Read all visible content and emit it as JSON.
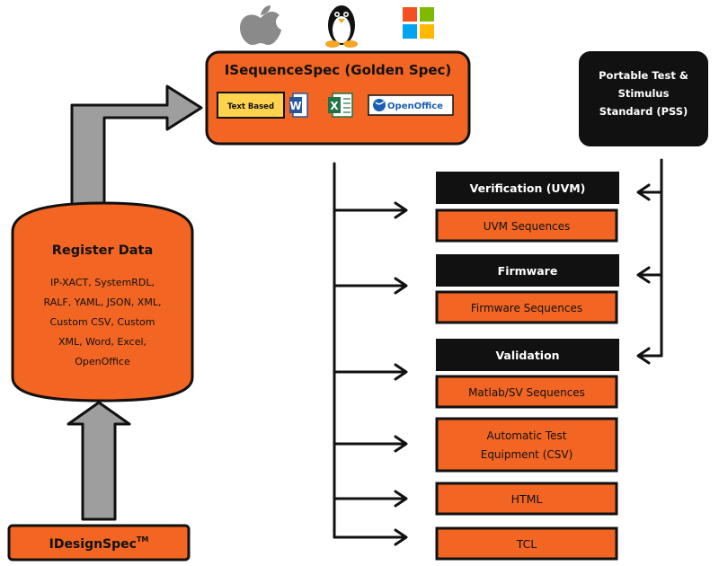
{
  "os_icons": [
    {
      "name": "apple-icon",
      "color": "#8a8a8a"
    },
    {
      "name": "linux-tux-icon",
      "color": "#111111"
    },
    {
      "name": "windows-icon",
      "colors": [
        "#f25022",
        "#7fba00",
        "#00a4ef",
        "#ffb900"
      ]
    }
  ],
  "golden_spec": {
    "title": "ISequenceSpec (Golden Spec)",
    "formats": {
      "text_based": "Text Based",
      "word_letter": "W",
      "excel_letter": "X",
      "openoffice": "OpenOffice"
    }
  },
  "pss": {
    "lines": [
      "Portable Test &",
      "Stimulus",
      "Standard (PSS)"
    ]
  },
  "register": {
    "title": "Register Data",
    "lines": [
      "IP-XACT, SystemRDL,",
      "RALF, YAML, JSON, XML,",
      "Custom CSV, Custom",
      "XML, Word, Excel,",
      "OpenOffice"
    ]
  },
  "idesignspec": {
    "label": "IDesignSpec",
    "tm": "TM"
  },
  "outputs": {
    "verification_header": "Verification (UVM)",
    "uvm_sequences": "UVM Sequences",
    "firmware_header": "Firmware",
    "firmware_sequences": "Firmware Sequences",
    "validation_header": "Validation",
    "matlab_sequences": "Matlab/SV Sequences",
    "ate_lines": [
      "Automatic Test",
      "Equipment (CSV)"
    ],
    "html": "HTML",
    "tcl": "TCL"
  },
  "colors": {
    "orange": "#f26522",
    "black": "#111111",
    "yellow": "#ffd34e",
    "word_blue": "#2b579a",
    "excel_green": "#217346",
    "openoffice_blue": "#1a5fb4",
    "gray": "#9e9e9e"
  }
}
